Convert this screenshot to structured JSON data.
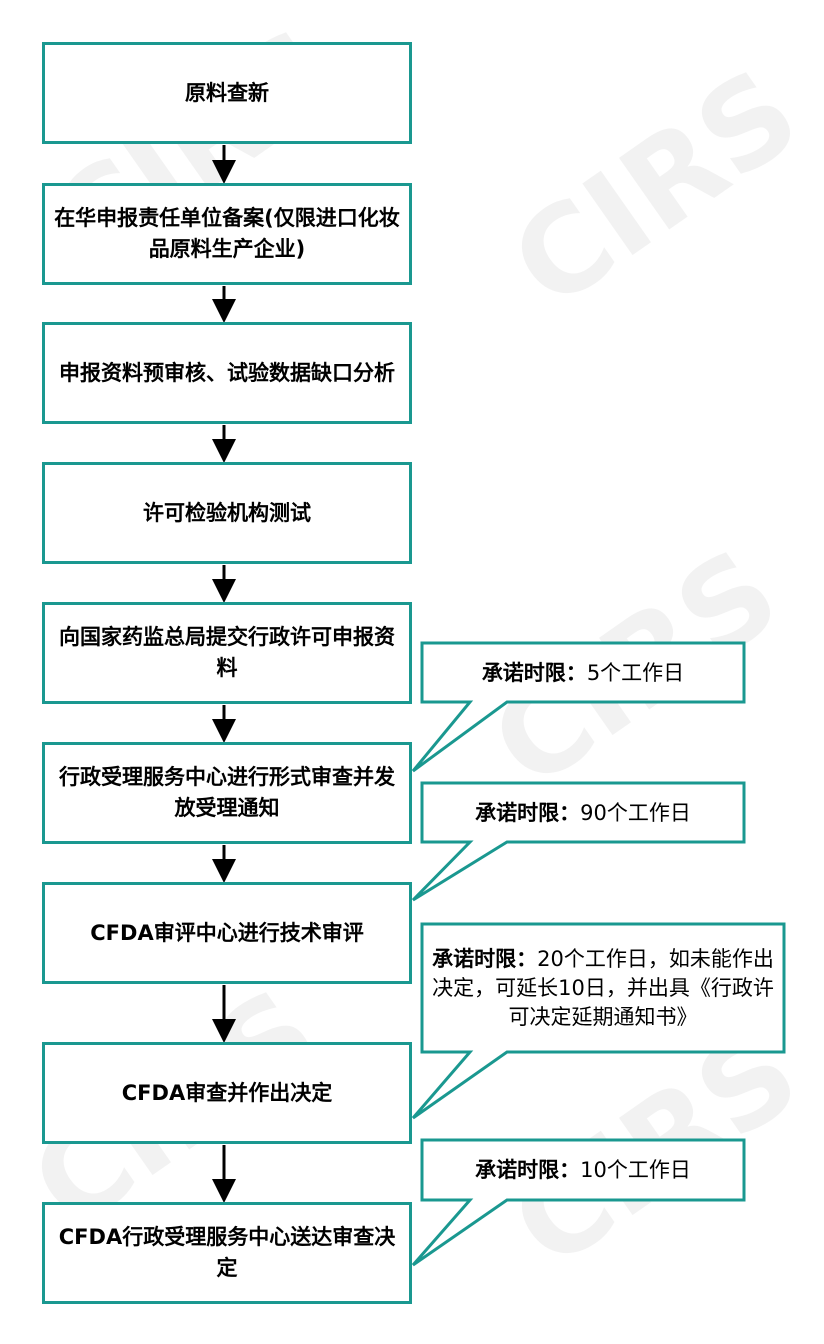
{
  "colors": {
    "accent": "#1a9890",
    "arrow": "#000000"
  },
  "steps": [
    {
      "label": "原料查新"
    },
    {
      "label": "在华申报责任单位备案(仅限进口化妆品原料生产企业)"
    },
    {
      "label": "申报资料预审核、试验数据缺口分析"
    },
    {
      "label": "许可检验机构测试"
    },
    {
      "label": "向国家药监总局提交行政许可申报资料"
    },
    {
      "label": "行政受理服务中心进行形式审查并发放受理通知"
    },
    {
      "label": "CFDA审评中心进行技术审评"
    },
    {
      "label": "CFDA审查并作出决定"
    },
    {
      "label": "CFDA行政受理服务中心送达审查决定"
    }
  ],
  "callouts": [
    {
      "prefix": "承诺时限：",
      "text": "5个工作日"
    },
    {
      "prefix": "承诺时限：",
      "text": "90个工作日"
    },
    {
      "prefix": "承诺时限：",
      "text": "20个工作日，如未能作出决定，可延长10日，并出具《行政许可决定延期通知书》"
    },
    {
      "prefix": "承诺时限：",
      "text": "10个工作日"
    }
  ],
  "watermark": "CIRS"
}
